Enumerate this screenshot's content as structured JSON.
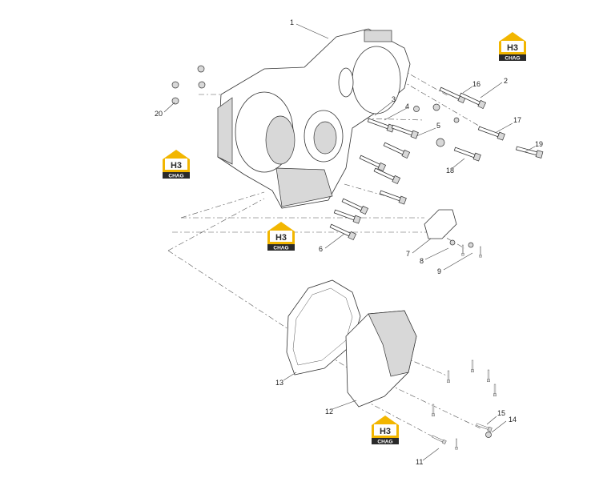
{
  "callouts": [
    "1",
    "2",
    "3",
    "4",
    "5",
    "6",
    "7",
    "8",
    "9",
    "11",
    "12",
    "13",
    "14",
    "15",
    "16",
    "17",
    "18",
    "19",
    "20"
  ],
  "logo": {
    "mark": "H3",
    "text": "CHAG"
  },
  "colors": {
    "logo_yellow": "#f2b600",
    "logo_dark": "#2a2a2a",
    "line": "#333333",
    "shade": "#d8d8d8"
  }
}
